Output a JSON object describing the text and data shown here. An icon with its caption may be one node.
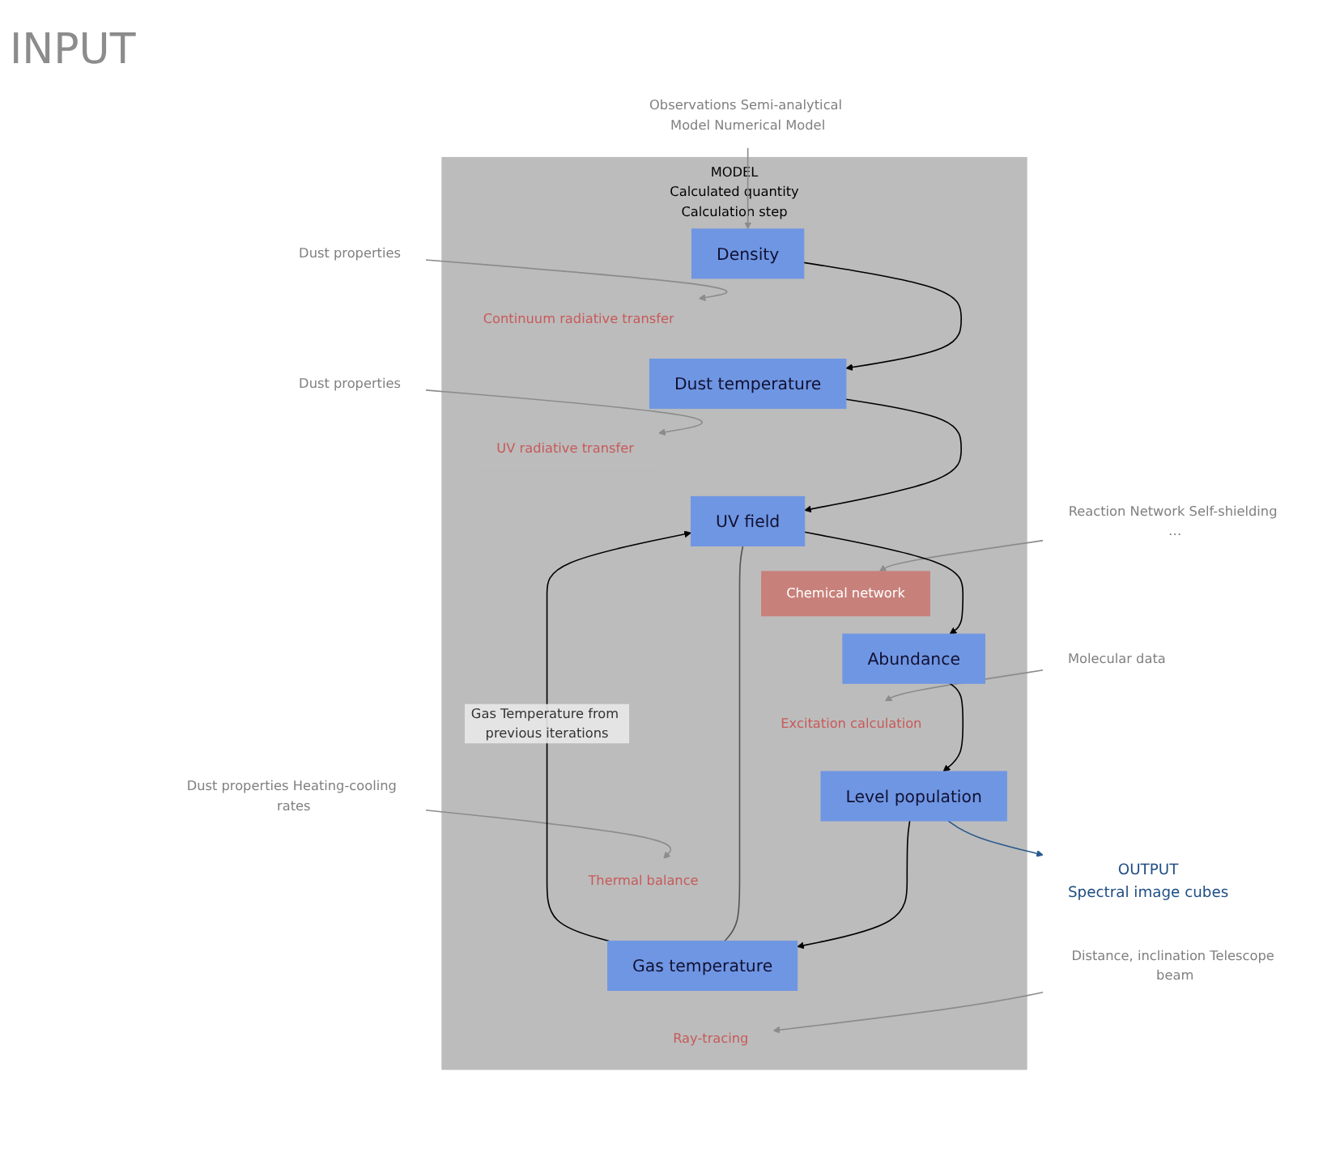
{
  "diagram": {
    "nodes": [
      {
        "text": [
          "MODEL",
          "Calculated quantity",
          "Calculation step"
        ]
      },
      {
        "text": [
          "Density"
        ],
        "in": 0
      },
      {
        "text": [
          "Continuum radiative transfer"
        ],
        "in": 0
      },
      {
        "text": [
          "Dust temperature"
        ],
        "in": 0
      },
      {
        "text": [
          "UV radiative transfer"
        ],
        "in": 0
      },
      {
        "text": [
          "UV field"
        ],
        "in": 0
      },
      {
        "text": [
          "Chemical network"
        ],
        "in": 0
      },
      {
        "text": [
          "Abundance"
        ],
        "in": 0
      },
      {
        "text": [
          "Excitation calculation"
        ],
        "in": 0
      },
      {
        "text": [
          "Level population"
        ],
        "in": 0
      },
      {
        "text": [
          "Thermal balance"
        ],
        "in": 0
      },
      {
        "text": [
          "Gas temperature"
        ],
        "in": 0
      },
      {
        "text": [
          "Ray-tracing"
        ],
        "in": 0
      },
      {
        "text": [
          "Observations Semi-analytical Model Numerical Model"
        ]
      },
      {
        "text": [
          "Dust properties"
        ]
      },
      {
        "text": [
          "Dust properties"
        ]
      },
      {
        "text": [
          "Reaction Network Self-shielding …"
        ]
      },
      {
        "text": [
          "Molecular data"
        ]
      },
      {
        "text": [
          "Dust properties Heating-cooling rates"
        ]
      },
      {
        "text": [
          "Distance, inclination Telescope beam"
        ]
      },
      {
        "text": [
          "OUTPUT",
          "Spectral image cubes"
        ]
      }
    ],
    "edges": [
      {
        "from": 13,
        "to": 1,
        "arrow": "to",
        "color": "#8c8c8c"
      },
      {
        "from": 14,
        "to": 2,
        "arrow": "to",
        "color": "#8c8c8c"
      },
      {
        "from": 15,
        "to": 4,
        "arrow": "to",
        "color": "#8c8c8c"
      },
      {
        "from": 16,
        "to": 6,
        "arrow": "to",
        "color": "#8c8c8c"
      },
      {
        "from": 17,
        "to": 8,
        "arrow": "to",
        "color": "#8c8c8c"
      },
      {
        "from": 18,
        "to": 10,
        "arrow": "to",
        "color": "#8c8c8c"
      },
      {
        "from": 19,
        "to": 12,
        "arrow": "to",
        "color": "#8c8c8c"
      },
      {
        "from": 1,
        "to": 3,
        "arrow": "to",
        "color": "#000000"
      },
      {
        "from": 3,
        "to": 5,
        "arrow": "to",
        "color": "#000000"
      },
      {
        "from": 5,
        "to": 7,
        "arrow": "to",
        "color": "#000000"
      },
      {
        "from": 7,
        "to": 9,
        "arrow": "to",
        "color": "#000000"
      },
      {
        "from": 9,
        "to": 11,
        "arrow": "to",
        "color": "#000000"
      },
      {
        "from": 11,
        "to": 5,
        "arrow": "to",
        "label": "Gas Temperature from previous iterations",
        "color": "#000000"
      },
      {
        "from": 5,
        "to": 11,
        "arrow": "none",
        "color": "#555555"
      },
      {
        "from": 9,
        "to": 20,
        "arrow": "to",
        "color": "#2a5a8c"
      }
    ],
    "labels": [
      "INPUT"
    ]
  }
}
